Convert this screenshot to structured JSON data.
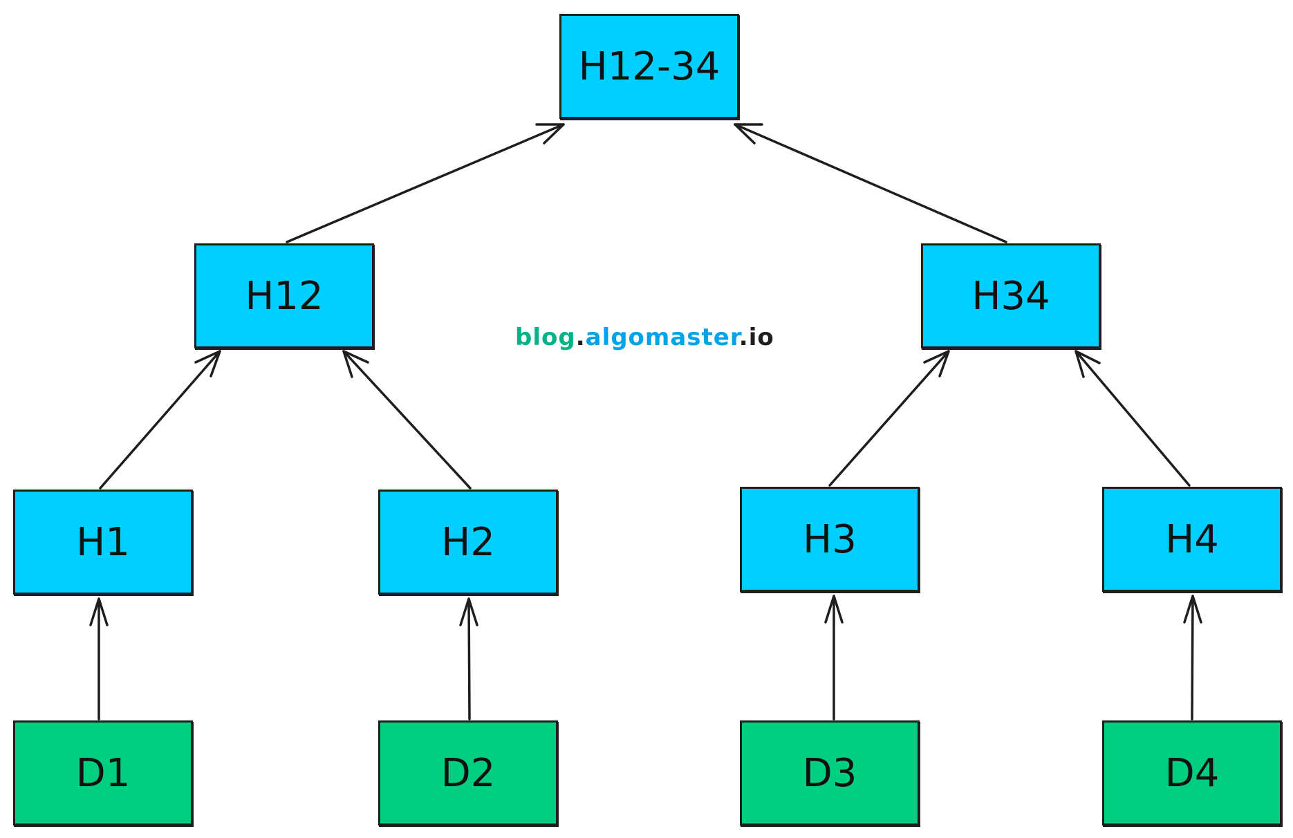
{
  "colors": {
    "hash_node": "#00cfff",
    "data_node": "#00cf82",
    "stroke": "#1e1e1e",
    "watermark_green": "#00b386",
    "watermark_blue": "#00a3e8"
  },
  "nodes": {
    "root": "H12-34",
    "h12": "H12",
    "h34": "H34",
    "h1": "H1",
    "h2": "H2",
    "h3": "H3",
    "h4": "H4",
    "d1": "D1",
    "d2": "D2",
    "d3": "D3",
    "d4": "D4"
  },
  "watermark": {
    "part1": "blog",
    "dot1": ".",
    "part2": "algomaster",
    "dot2": ".",
    "part3": "io"
  }
}
